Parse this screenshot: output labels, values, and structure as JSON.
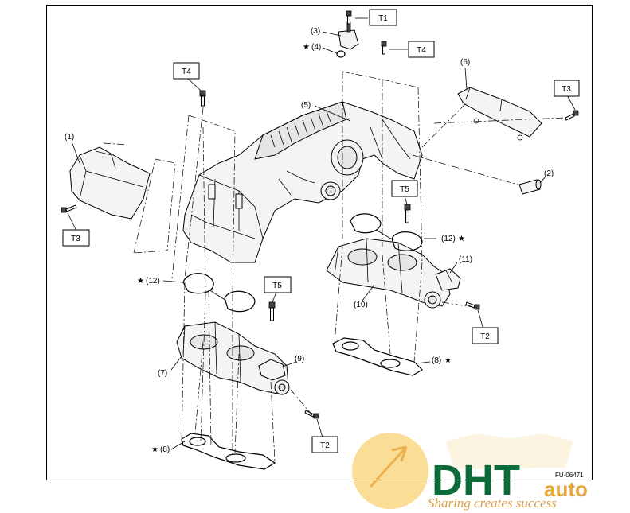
{
  "diagram": {
    "figure_code": "FU-06471",
    "callouts": {
      "c1": "(1)",
      "c2": "(2)",
      "c3": "(3)",
      "c4": "(4)",
      "c5": "(5)",
      "c6": "(6)",
      "c7": "(7)",
      "c8a": "(8)",
      "c8b": "(8)",
      "c9": "(9)",
      "c10": "(10)",
      "c11": "(11)",
      "c12a": "(12)",
      "c12b": "(12)"
    },
    "star": "★",
    "torque_tags": {
      "t1": "T1",
      "t2a": "T2",
      "t2b": "T2",
      "t3a": "T3",
      "t3b": "T3",
      "t4a": "T4",
      "t4b": "T4",
      "t5a": "T5",
      "t5b": "T5"
    }
  },
  "watermark": {
    "brand_logo": "DHT",
    "brand_text": "auto",
    "slogan": "Sharing creates success",
    "colors": {
      "green": "#0d6b3a",
      "orange": "#e8a53a",
      "gold": "#f6c343"
    }
  }
}
